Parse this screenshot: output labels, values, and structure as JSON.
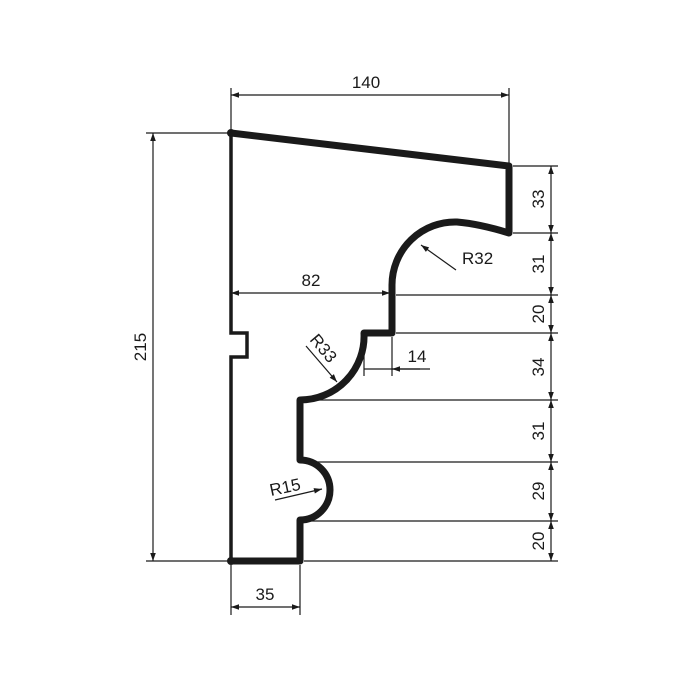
{
  "dimensions": {
    "overall_width": "140",
    "overall_height": "215",
    "offset_82": "82",
    "step_14": "14",
    "base_width": "35",
    "radius_large": "R32",
    "radius_mid": "R33",
    "radius_small": "R15",
    "right_stack": [
      "33",
      "31",
      "20",
      "34",
      "31",
      "29",
      "20"
    ]
  },
  "colors": {
    "line": "#1a1a1a",
    "background": "#ffffff"
  }
}
